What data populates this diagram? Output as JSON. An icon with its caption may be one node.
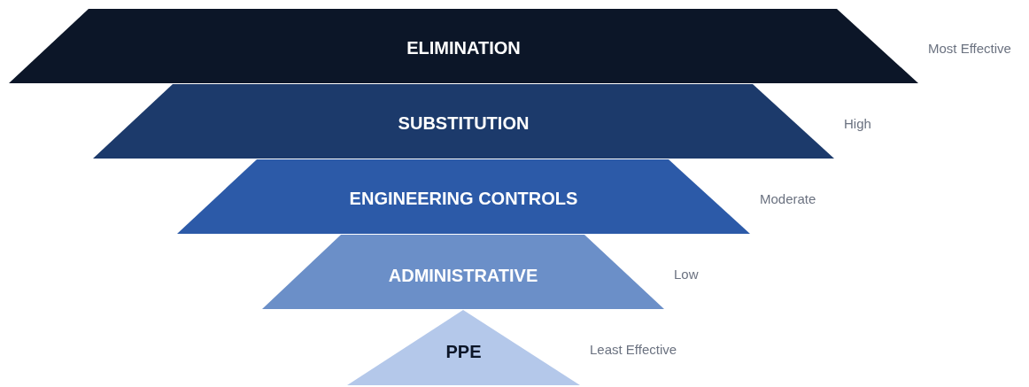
{
  "diagram": {
    "nodes": [
      {
        "text": [
          "ELIMINATION"
        ],
        "beside": [
          "Most Effective"
        ]
      },
      {
        "text": [
          "SUBSTITUTION"
        ],
        "beside": [
          "High"
        ]
      },
      {
        "text": [
          "ENGINEERING CONTROLS"
        ],
        "beside": [
          "Moderate"
        ]
      },
      {
        "text": [
          "ADMINISTRATIVE"
        ],
        "beside": [
          "Low"
        ]
      },
      {
        "text": [
          "PPE"
        ],
        "beside": [
          "Least Effective"
        ]
      }
    ]
  }
}
